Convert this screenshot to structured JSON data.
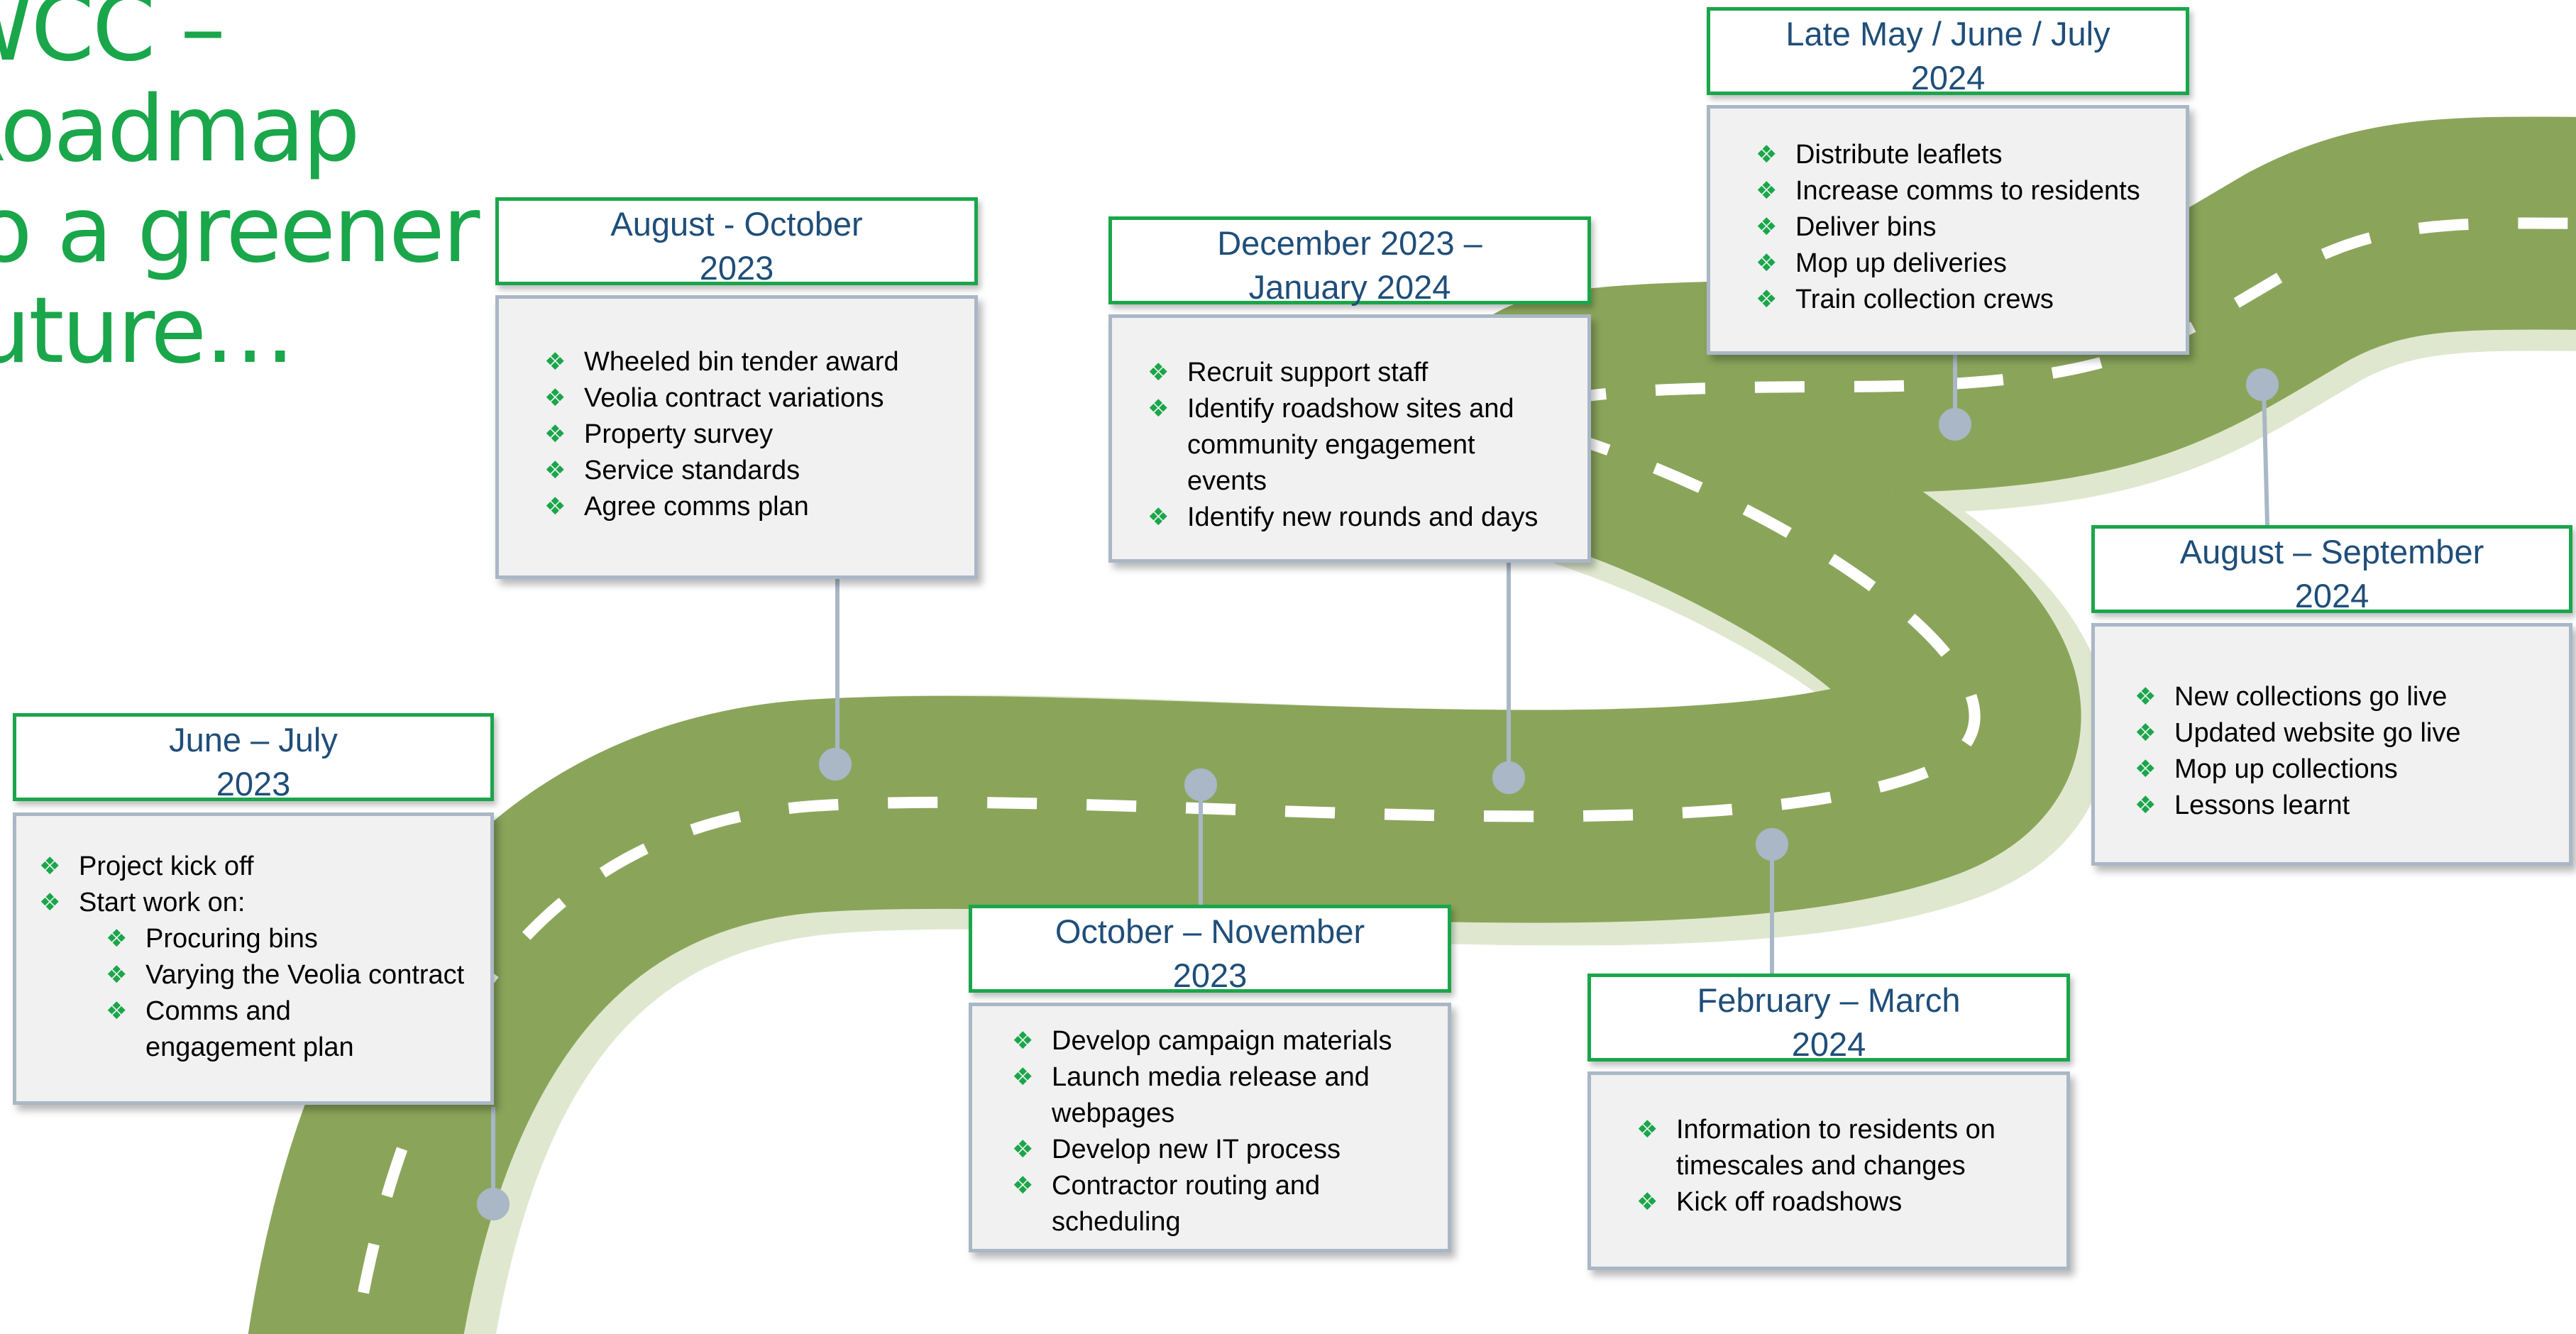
{
  "title": "WCC – Roadmap\nto a greener\nfuture…",
  "accent_color": "#1aa64a",
  "heading_color": "#1f4e79",
  "road_color": "#8aa55a",
  "bullet_icon": "diamond-cluster-bullet",
  "stages": [
    {
      "id": "jun-jul-2023",
      "heading": "June – July\n2023",
      "items": [
        {
          "text": "Project kick off",
          "level": 1
        },
        {
          "text": "Start work on:",
          "level": 1
        },
        {
          "text": "Procuring bins",
          "level": 2
        },
        {
          "text": "Varying the Veolia contract",
          "level": 2
        },
        {
          "text": "Comms and engagement plan",
          "level": 2
        }
      ]
    },
    {
      "id": "aug-oct-2023",
      "heading": "August - October\n2023",
      "items": [
        {
          "text": "Wheeled bin tender award",
          "level": 1
        },
        {
          "text": "Veolia contract variations",
          "level": 1
        },
        {
          "text": "Property survey",
          "level": 1
        },
        {
          "text": "Service standards",
          "level": 1
        },
        {
          "text": "Agree comms plan",
          "level": 1
        }
      ]
    },
    {
      "id": "oct-nov-2023",
      "heading": "October – November\n2023",
      "items": [
        {
          "text": "Develop campaign materials",
          "level": 1
        },
        {
          "text": "Launch media release and webpages",
          "level": 1
        },
        {
          "text": "Develop new IT process",
          "level": 1
        },
        {
          "text": "Contractor routing and scheduling",
          "level": 1
        }
      ]
    },
    {
      "id": "dec-jan-2024",
      "heading": "December 2023 –\nJanuary 2024",
      "items": [
        {
          "text": "Recruit support staff",
          "level": 1
        },
        {
          "text": "Identify roadshow sites and community engagement events",
          "level": 1
        },
        {
          "text": "Identify new rounds and days",
          "level": 1
        }
      ]
    },
    {
      "id": "feb-mar-2024",
      "heading": "February – March\n2024",
      "items": [
        {
          "text": "Information to residents on timescales and changes",
          "level": 1
        },
        {
          "text": "Kick off roadshows",
          "level": 1
        }
      ]
    },
    {
      "id": "may-jul-2024",
      "heading": "Late May / June / July\n2024",
      "items": [
        {
          "text": "Distribute leaflets",
          "level": 1
        },
        {
          "text": "Increase comms to residents",
          "level": 1
        },
        {
          "text": "Deliver bins",
          "level": 1
        },
        {
          "text": "Mop up deliveries",
          "level": 1
        },
        {
          "text": "Train collection crews",
          "level": 1
        }
      ]
    },
    {
      "id": "aug-sep-2024",
      "heading": "August – September\n2024",
      "items": [
        {
          "text": "New collections go live",
          "level": 1
        },
        {
          "text": "Updated website go live",
          "level": 1
        },
        {
          "text": "Mop up collections",
          "level": 1
        },
        {
          "text": "Lessons learnt",
          "level": 1
        }
      ]
    }
  ]
}
